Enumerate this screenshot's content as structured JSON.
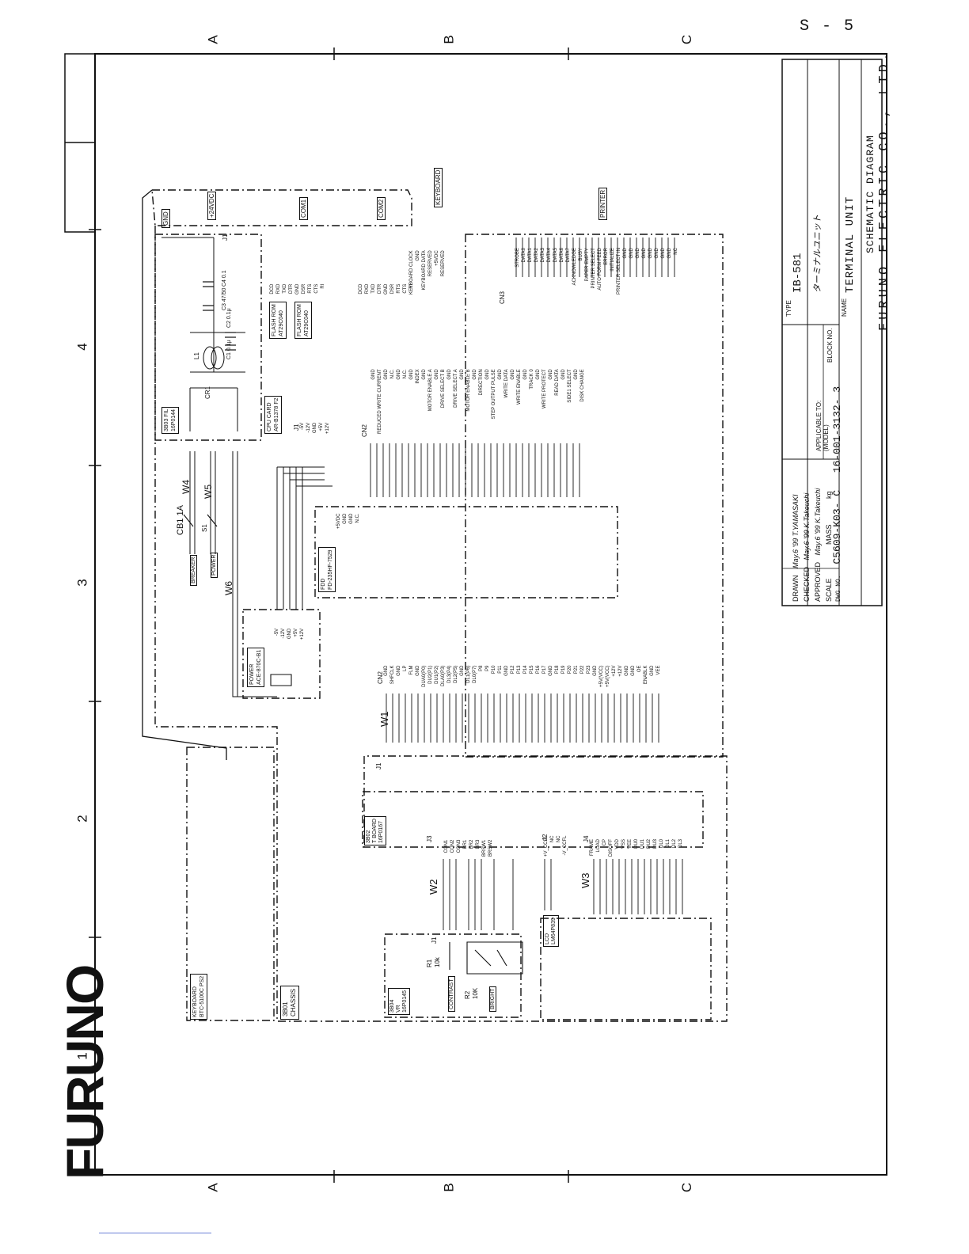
{
  "sheet": {
    "page_id": "S - 5",
    "columns": [
      "A",
      "B",
      "C"
    ],
    "rows": [
      "4",
      "3",
      "2",
      "1"
    ]
  },
  "brand": {
    "logo_text": "FURUNO"
  },
  "title_block": {
    "type_label": "TYPE",
    "type_value": "IB-581",
    "name_jp": "ターミナルユニット",
    "name_label": "NAME",
    "name_value": "TERMINAL UNIT",
    "diagram_title": "SCHEMATIC DIAGRAM",
    "company": "FURUNO ELECTRIC CO., LTD.",
    "drawn_label": "DRAWN",
    "drawn_sig": "May.6 '99 T.YAMASAKI",
    "checked_label": "CHECKED",
    "checked_sig": "May.6 '99 K.Takeuchi",
    "approved_label": "APPROVED",
    "approved_sig": "May.6 '99 K.Takeuchi",
    "scale_label": "SCALE",
    "mass_label": "MASS",
    "mass_unit": "kg",
    "applicable_label": "APPLICABLE TO:",
    "model_label": "(MODEL)",
    "block_label": "BLOCK NO.",
    "dwg_label": "DWG NO.",
    "dwg_no": "C5609-K03- C",
    "doc_no": "16-001-3132- 3"
  },
  "blocks": {
    "gnd": "GND",
    "v24": "+24VDC",
    "com1": "COM1",
    "com2": "COM2",
    "keyboard_conn": "KEYBOARD",
    "printer": "PRINTER",
    "cpu_card": "CPU CARD",
    "cpu_part": "AR-B1378 F2",
    "flash1": "FLASH ROM",
    "flash1_part": "AT29C040",
    "flash2": "FLASH ROM",
    "flash2_part": "AT29C040",
    "pcb_3b03": "3B03 FIL",
    "pcb_3b03_part": "16P0144",
    "fdd": "FDD",
    "fdd_part": "FD-235HF-7529",
    "power": "POWER",
    "power_part": "ACE-870C-B1",
    "breaker": "BREAKER",
    "power_sw": "POWER",
    "keyboard_unit": "KEYBOARD",
    "keyboard_unit_part": "BTC-5100C PS2",
    "chassis": "3B01",
    "chassis_label": "CHASSIS",
    "tboard": "3B02",
    "tboard_label": "T BOARD",
    "tboard_part": "16P0167",
    "vr": "3B04",
    "vr_label": "VR",
    "vr_part": "16P0145",
    "contrast": "CONTRAST",
    "bright": "BRIGHT",
    "lcd": "LCD",
    "lcd_part": "LM64P839",
    "cb1": "CB1 1A",
    "s1": "S1",
    "r1": "R1",
    "r1_val": "10k",
    "r2": "R2",
    "r2_val": "10K"
  },
  "wires": {
    "w1": "W1",
    "w2": "W2",
    "w3": "W3",
    "w4": "W4",
    "w5": "W5",
    "w6": "W6",
    "j1": "J1",
    "j2": "J2",
    "j3": "J3",
    "j4": "J4",
    "cn2": "CN2",
    "cn3": "CN3",
    "l1": "L1",
    "cr1": "CR1",
    "c1": "C1",
    "c1_val": "0.1μ",
    "c2": "C2",
    "c2_val": "0.1μ",
    "c3": "C3",
    "c3_val": "47/50",
    "c4": "C4",
    "c4_val": "0.1"
  },
  "pins": {
    "com1": [
      "DCD",
      "RXD",
      "TXD",
      "DTR",
      "GND",
      "DSR",
      "RTS",
      "CTS",
      "RI"
    ],
    "com2": [
      "DCD",
      "RXD",
      "TXD",
      "DTR",
      "GND",
      "DSR",
      "RTS",
      "CTS",
      "RI"
    ],
    "keyboard": [
      "KEYBOARD CLOCK",
      "GND",
      "KEYBOARD DATA",
      "RESERVED",
      "+5VDC",
      "RESERVED"
    ],
    "power_j1": [
      "-5V",
      "-12V",
      "GND",
      "+5V",
      "+12V"
    ],
    "fdd_cn2": [
      "GND",
      "REDUCED WRITE CURRENT",
      "GND",
      "N.C.",
      "GND",
      "N.C.",
      "GND",
      "INDEX",
      "GND",
      "MOTOR ENABLE A",
      "GND",
      "DRIVE SELECT B",
      "GND",
      "DRIVE SELECT A",
      "GND",
      "MOTOR ENABLE B",
      "GND",
      "DIRECTION",
      "GND",
      "STEP OUTPUT PULSE",
      "GND",
      "WRITE DATA",
      "GND",
      "WRITE ENABLE",
      "GND",
      "TRACK 0",
      "GND",
      "WRITE PROTECT",
      "GND",
      "READ DATA",
      "GND",
      "SIDE1 SELECT",
      "GND",
      "DISK CHANGE"
    ],
    "fdd_power": [
      "+5VDC",
      "GND",
      "GND",
      "N.C."
    ],
    "printer": [
      "STROBE",
      "DATA0",
      "DATA1",
      "DATA2",
      "DATA3",
      "DATA4",
      "DATA5",
      "DATA6",
      "DATA7",
      "ACKNOWLEDGE",
      "BUSY",
      "PAPER EMPTY",
      "PRINTER SELECT",
      "AUTO FORM FEED",
      "ERROR",
      "INITIALIZE",
      "PRINTER SELECT IN",
      "GND",
      "GND",
      "GND",
      "GND",
      "GND",
      "GND",
      "GND",
      "GND",
      "NC"
    ],
    "lcd_cn2": [
      "GND",
      "SHFCLK",
      "GND",
      "LP",
      "FLM",
      "GND",
      "DUA0(P0)",
      "DU2(P1)",
      "DU1(P2)",
      "DLA0(P3)",
      "DL3(P4)",
      "DL2(P5)",
      "GND",
      "DL1(P6)",
      "DL0(P7)",
      "P8",
      "P9",
      "P10",
      "P11",
      "GND",
      "P12",
      "P13",
      "P14",
      "P15",
      "P16",
      "P17",
      "GND",
      "P18",
      "P19",
      "P20",
      "P21",
      "P22",
      "P23",
      "GND",
      "+5V(VCC)",
      "+5V(VCC)",
      "+12V",
      "+12V",
      "GND",
      "GND",
      "OE",
      "ENABLK",
      "GND",
      "VEE"
    ],
    "j3": [
      "CON1",
      "CON2",
      "CON3",
      "BR1",
      "BR2",
      "BR3",
      "BRSW1",
      "BRSW2"
    ],
    "j2": [
      "+V_CCFL",
      "NC",
      "NC",
      "-V_CCFL"
    ],
    "j4": [
      "FRAME",
      "LOAD",
      "CP",
      "DISOFF",
      "VDD",
      "VSS",
      "VEE",
      "DU0",
      "DU1",
      "DU2",
      "DU3",
      "DL0",
      "DL1",
      "DL2",
      "DL3"
    ]
  }
}
